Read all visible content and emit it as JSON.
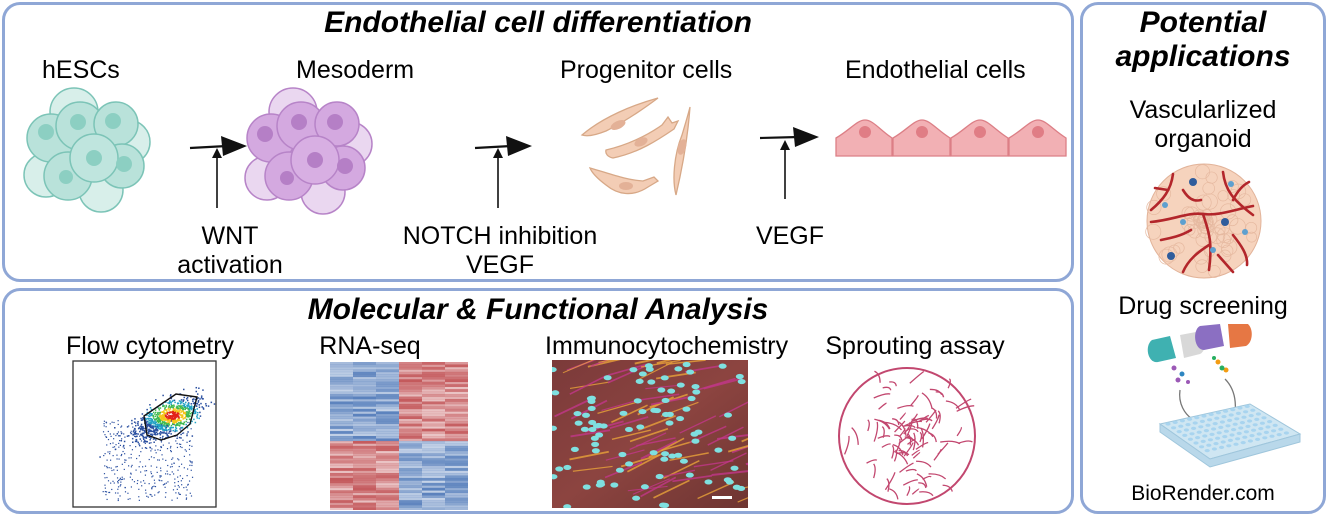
{
  "differentiation": {
    "title": "Endothelial cell differentiation",
    "stages": [
      {
        "label": "hESCs",
        "color": "#a9dcd2"
      },
      {
        "label": "Mesoderm",
        "color": "#c99bd6"
      },
      {
        "label": "Progenitor cells",
        "color": "#f3cdb5"
      },
      {
        "label": "Endothelial cells",
        "color": "#f0a3a8"
      }
    ],
    "signals": [
      {
        "line1": "WNT",
        "line2": "activation"
      },
      {
        "line1": "NOTCH inhibition",
        "line2": "VEGF"
      },
      {
        "line1": "VEGF",
        "line2": ""
      }
    ]
  },
  "analysis": {
    "title": "Molecular & Functional Analysis",
    "methods": [
      {
        "label": "Flow cytometry"
      },
      {
        "label": "RNA-seq"
      },
      {
        "label": "Immunocytochemistry"
      },
      {
        "label": "Sprouting assay"
      }
    ]
  },
  "applications": {
    "title_line1": "Potential",
    "title_line2": "applications",
    "items": [
      {
        "line1": "Vascularlized",
        "line2": "organoid"
      },
      {
        "line1": "Drug screening",
        "line2": ""
      }
    ],
    "credit": "BioRender.com"
  },
  "colors": {
    "panel_border": "#8fa7d6",
    "heatmap_blue": "#5b82bd",
    "heatmap_red": "#c4595c",
    "vessel_red": "#b3262b",
    "sprout_pink": "#c2476f"
  }
}
